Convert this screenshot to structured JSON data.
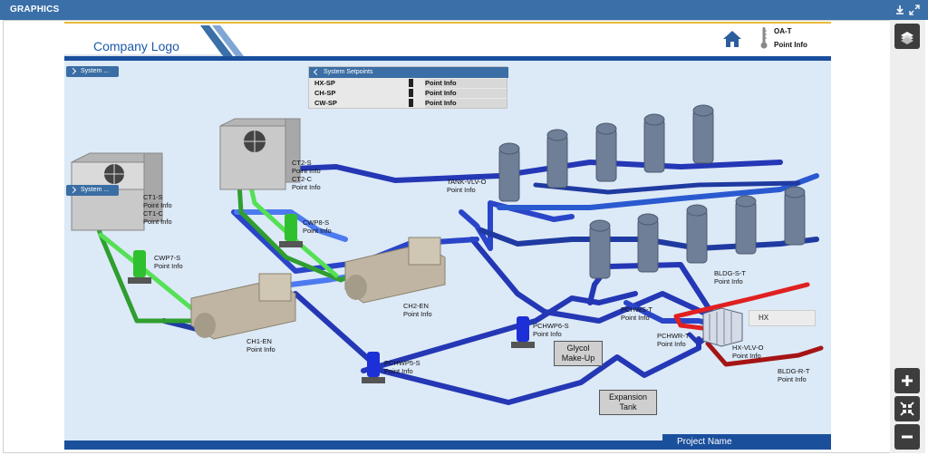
{
  "window": {
    "title": "GRAPHICS"
  },
  "header": {
    "logo": "Company Logo",
    "oat_label": "OA-T",
    "oat_value": "Point Info"
  },
  "pills": {
    "system_top": "System ...",
    "system_left": "System ..."
  },
  "setpoints": {
    "title": "System Setpoints",
    "rows": [
      {
        "key": "HX-SP",
        "value": "Point Info"
      },
      {
        "key": "CH-SP",
        "value": "Point Info"
      },
      {
        "key": "CW-SP",
        "value": "Point Info"
      }
    ]
  },
  "equipment": {
    "ct1": {
      "name": "CT1-S",
      "info": "Point Info",
      "name2": "CT1-C",
      "info2": "Point Info"
    },
    "ct2": {
      "name": "CT2-S",
      "info": "Point Info",
      "name2": "CT2-C",
      "info2": "Point Info"
    },
    "cwp7": {
      "name": "CWP7-S",
      "info": "Point Info"
    },
    "cwp8": {
      "name": "CWP8-S",
      "info": "Point Info"
    },
    "ch1": {
      "name": "CH1-EN",
      "info": "Point Info"
    },
    "ch2": {
      "name": "CH2-EN",
      "info": "Point Info"
    },
    "pchwp5": {
      "name": "PCHWP5-S",
      "info": "Point Info"
    },
    "pchwp6": {
      "name": "PCHWP6-S",
      "info": "Point Info"
    },
    "tank_vlv": {
      "name": "TANK-VLV-O",
      "info": "Point Info"
    },
    "pchws": {
      "name": "PCHWS-T",
      "info": "Point Info"
    },
    "pchwr": {
      "name": "PCHWR-T",
      "info": "Point Info"
    },
    "bldg_s": {
      "name": "BLDG-S-T",
      "info": "Point Info"
    },
    "bldg_r": {
      "name": "BLDG-R-T",
      "info": "Point Info"
    },
    "hx_vlv": {
      "name": "HX-VLV-O",
      "info": "Point Info"
    },
    "hx": {
      "label": "HX"
    },
    "glycol": {
      "line1": "Glycol",
      "line2": "Make-Up"
    },
    "expansion": {
      "line1": "Expansion",
      "line2": "Tank"
    }
  },
  "footer": {
    "project": "Project Name"
  },
  "colors": {
    "titlebar": "#3a6fa8",
    "header_bar": "#1a4f9c",
    "chilled_pipe": "#2a45c8",
    "condenser_pipe": "#3fd33f",
    "hot_pipe": "#d42020",
    "canvas_bg": "#dce9f7"
  },
  "icons": [
    "download-icon",
    "expand-icon",
    "layers-icon",
    "home-icon",
    "thermometer-icon",
    "zoom-in-icon",
    "fit-icon",
    "zoom-out-icon"
  ]
}
